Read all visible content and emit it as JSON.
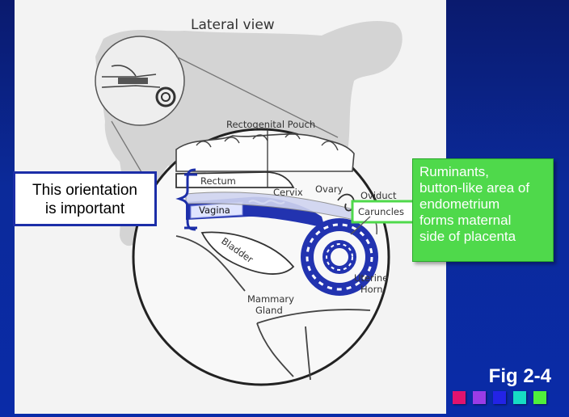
{
  "diagram": {
    "title": "Lateral view",
    "labels": {
      "rectogenital_pouch": "Rectogenital Pouch",
      "rectum": "Rectum",
      "cervix": "Cervix",
      "ovary": "Ovary",
      "oviduct": "Oviduct",
      "vagina": "Vagina",
      "caruncles": "Caruncles",
      "bladder": "Bladder",
      "uterine_horn_1": "Uterine",
      "uterine_horn_2": "Horn",
      "mammary_1": "Mammary",
      "mammary_2": "Gland"
    }
  },
  "callout_left": {
    "line1": "This orientation",
    "line2": "is important"
  },
  "callout_right": {
    "lines": [
      "Ruminants,",
      "button-like area of",
      "endometrium",
      "forms maternal",
      "side of placenta"
    ]
  },
  "caption": "Fig 2-4",
  "colors": {
    "background": "#0b2a9a",
    "uterus_blue": "#2233b0",
    "callout_green": "#4fd94b",
    "squares": [
      "#e0136f",
      "#9b3ce6",
      "#2323e6",
      "#17dbc4",
      "#4ff03b"
    ]
  }
}
